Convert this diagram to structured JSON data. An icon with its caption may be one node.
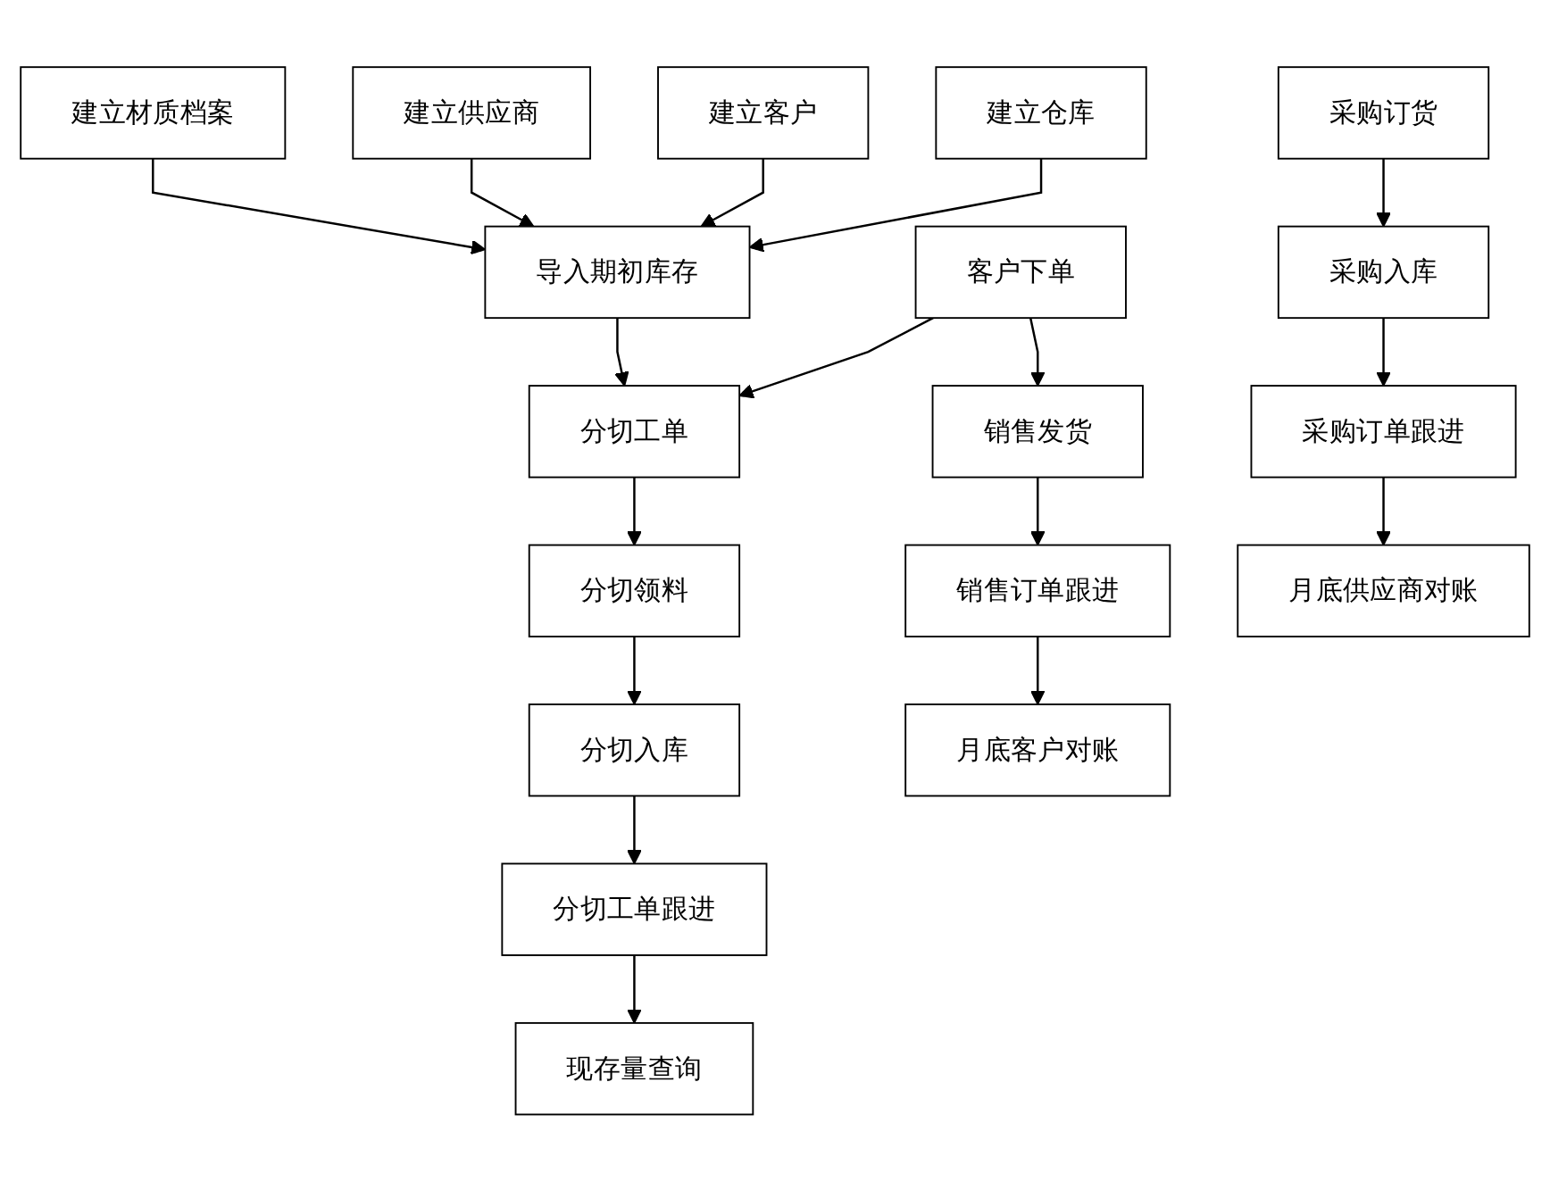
{
  "diagram": {
    "nodes": [
      {
        "text": [
          "建立材质档案"
        ]
      },
      {
        "text": [
          "建立供应商"
        ]
      },
      {
        "text": [
          "建立客户"
        ]
      },
      {
        "text": [
          "建立仓库"
        ]
      },
      {
        "text": [
          "导入期初库存"
        ]
      },
      {
        "text": [
          "客户下单"
        ]
      },
      {
        "text": [
          "分切工单"
        ]
      },
      {
        "text": [
          "采购订货"
        ]
      },
      {
        "text": [
          "销售发货"
        ]
      },
      {
        "text": [
          "分切领料"
        ]
      },
      {
        "text": [
          "采购入库"
        ]
      },
      {
        "text": [
          "销售订单跟进"
        ]
      },
      {
        "text": [
          "分切入库"
        ]
      },
      {
        "text": [
          "采购订单跟进"
        ]
      },
      {
        "text": [
          "分切工单跟进"
        ]
      },
      {
        "text": [
          "月底客户对账"
        ]
      },
      {
        "text": [
          "现存量查询"
        ]
      },
      {
        "text": [
          "月底供应商对账"
        ]
      }
    ],
    "edges": [
      {
        "from": 0,
        "to": 4,
        "arrow": "to"
      },
      {
        "from": 1,
        "to": 4,
        "arrow": "to"
      },
      {
        "from": 2,
        "to": 4,
        "arrow": "to"
      },
      {
        "from": 3,
        "to": 4,
        "arrow": "to"
      },
      {
        "from": 4,
        "to": 6,
        "arrow": "to"
      },
      {
        "from": 5,
        "to": 6,
        "arrow": "to"
      },
      {
        "from": 5,
        "to": 8,
        "arrow": "to"
      },
      {
        "from": 8,
        "to": 11,
        "arrow": "to"
      },
      {
        "from": 11,
        "to": 15,
        "arrow": "to"
      },
      {
        "from": 6,
        "to": 9,
        "arrow": "to"
      },
      {
        "from": 9,
        "to": 12,
        "arrow": "to"
      },
      {
        "from": 12,
        "to": 14,
        "arrow": "to"
      },
      {
        "from": 14,
        "to": 16,
        "arrow": "to"
      },
      {
        "from": 7,
        "to": 10,
        "arrow": "to"
      },
      {
        "from": 10,
        "to": 13,
        "arrow": "to"
      },
      {
        "from": 13,
        "to": 17,
        "arrow": "to"
      }
    ]
  }
}
